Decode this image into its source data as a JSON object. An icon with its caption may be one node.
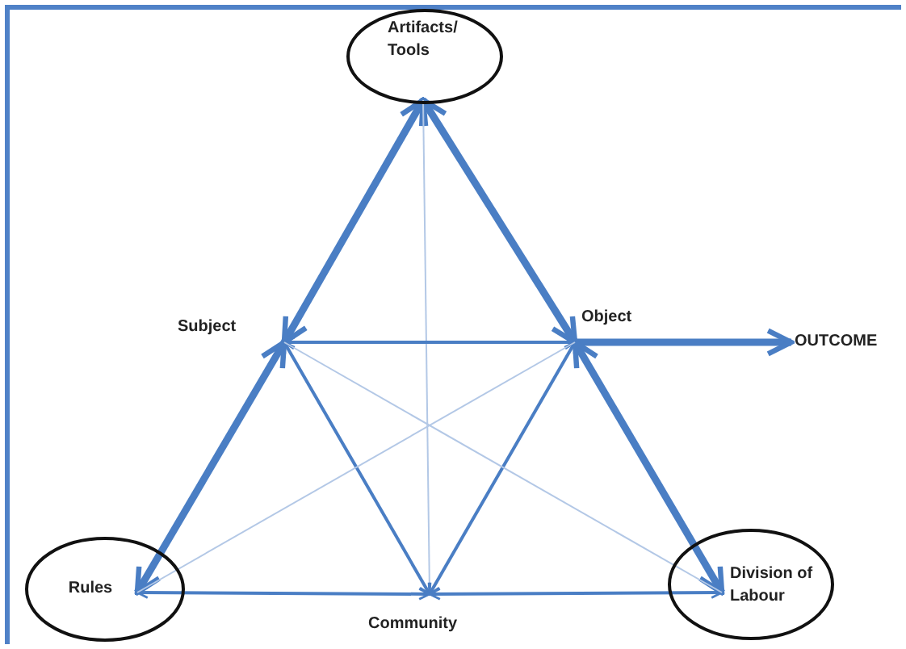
{
  "diagram": {
    "nodes": [
      {
        "text": [
          "Artifacts/ Tools"
        ]
      },
      {
        "text": [
          "Subject"
        ]
      },
      {
        "text": [
          "Object"
        ]
      },
      {
        "text": [
          "OUTCOME"
        ]
      },
      {
        "text": [
          "Rules"
        ]
      },
      {
        "text": [
          "Community"
        ]
      },
      {
        "text": [
          "Division of Labour"
        ]
      }
    ],
    "edges": [
      {
        "from": 0,
        "to": 1,
        "arrow": "both",
        "style": "thick"
      },
      {
        "from": 0,
        "to": 2,
        "arrow": "both",
        "style": "thick"
      },
      {
        "from": 0,
        "to": 5,
        "arrow": "none",
        "color": "#b3c8e6"
      },
      {
        "from": 1,
        "to": 2,
        "arrow": "both"
      },
      {
        "from": 2,
        "to": 3,
        "arrow": "to",
        "style": "thick"
      },
      {
        "from": 1,
        "to": 4,
        "arrow": "both",
        "style": "thick"
      },
      {
        "from": 1,
        "to": 5,
        "arrow": "both"
      },
      {
        "from": 2,
        "to": 5,
        "arrow": "both"
      },
      {
        "from": 2,
        "to": 6,
        "arrow": "both",
        "style": "thick"
      },
      {
        "from": 4,
        "to": 5,
        "arrow": "both"
      },
      {
        "from": 5,
        "to": 6,
        "arrow": "both"
      },
      {
        "from": 1,
        "to": 6,
        "arrow": "none",
        "color": "#b3c8e6"
      },
      {
        "from": 2,
        "to": 4,
        "arrow": "none",
        "color": "#b3c8e6"
      }
    ]
  }
}
